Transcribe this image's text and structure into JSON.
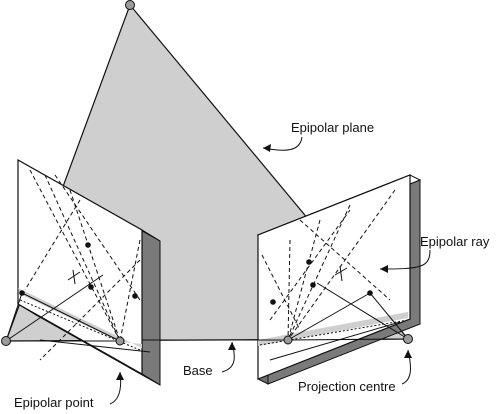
{
  "labels": {
    "epipolar_plane": "Epipolar plane",
    "epipolar_ray": "Epipolar ray",
    "base": "Base",
    "epipolar_point": "Epipolar point",
    "projection_centre": "Projection centre"
  },
  "colors": {
    "plane_fill": "#cfcfcf",
    "board_fill": "#ffffff",
    "board_edge": "#6e6e6e",
    "stroke": "#111111",
    "node_fill": "#9a9a9a"
  }
}
